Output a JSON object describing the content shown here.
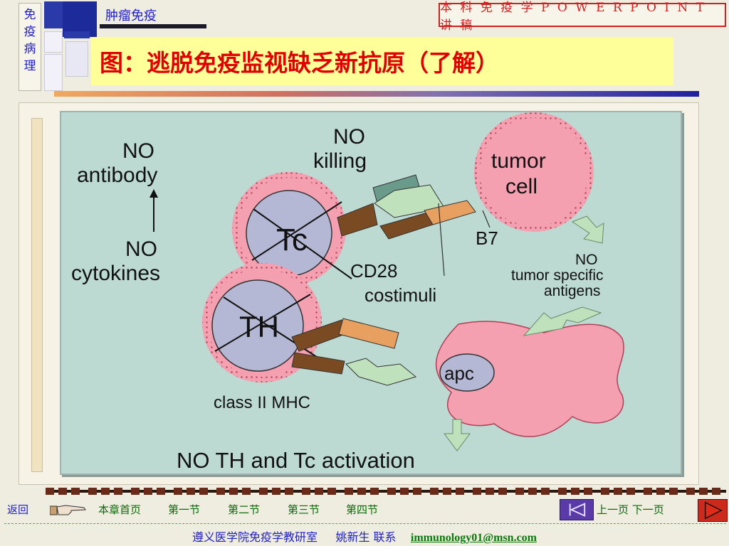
{
  "sidebar": {
    "chars": [
      "免",
      "疫",
      "病",
      "理"
    ]
  },
  "header": {
    "section": "肿瘤免疫",
    "course": "本 科 免 疫 学 P O W E R P O I N T 讲 稿",
    "slide_title": "图：逃脱免疫监视缺乏新抗原（了解）"
  },
  "figure": {
    "labels": {
      "no_antibody_1": "NO",
      "no_antibody_2": "antibody",
      "no_cytokines_1": "NO",
      "no_cytokines_2": "cytokines",
      "no_killing_1": "NO",
      "no_killing_2": "killing",
      "tumor_1": "tumor",
      "tumor_2": "cell",
      "tc": "Tc",
      "th": "TH",
      "b7": "B7",
      "cd28": "CD28",
      "costimuli": "costimuli",
      "no_antigens_1": "NO",
      "no_antigens_2": "tumor specific",
      "no_antigens_3": "antigens",
      "apc": "apc",
      "class2": "class II MHC",
      "bottom": "NO TH and Tc activation"
    },
    "colors": {
      "cell_pink": "#f4a0b0",
      "nucleus": "#b4b8d4",
      "arrow_green": "#bfe2bd",
      "dark_brown": "#7a4a22",
      "light_orange": "#e8a060"
    }
  },
  "nav": {
    "back": "返回",
    "chapter_home": "本章首页",
    "sec1": "第一节",
    "sec2": "第二节",
    "sec3": "第三节",
    "sec4": "第四节",
    "prev_next": "上一页  下一页"
  },
  "footer": {
    "org": "遵义医学院免疫学教研室",
    "author": "姚新生  联系",
    "email": "immunology01@msn.com"
  },
  "icons": {
    "hand": "pointing-hand-icon",
    "prev": "prev-page-icon",
    "next": "next-page-icon"
  }
}
